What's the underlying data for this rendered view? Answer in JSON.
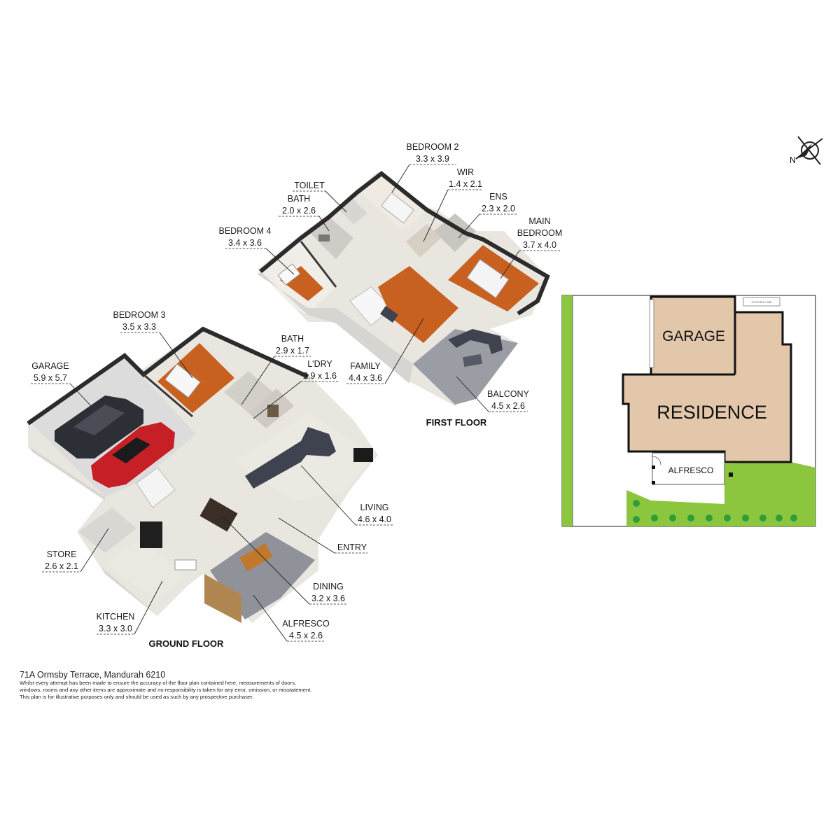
{
  "floors": {
    "first": "FIRST FLOOR",
    "ground": "GROUND FLOOR"
  },
  "rooms": {
    "bedroom2": {
      "name": "BEDROOM 2",
      "size": "3.3 x 3.9"
    },
    "wir": {
      "name": "WIR",
      "size": "1.4 x 2.1"
    },
    "toilet": {
      "name": "TOILET"
    },
    "bath_upper": {
      "name": "BATH",
      "size": "2.0 x 2.6"
    },
    "ens": {
      "name": "ENS",
      "size": "2.3 x 2.0"
    },
    "main_bedroom": {
      "name1": "MAIN",
      "name2": "BEDROOM",
      "size": "3.7 x 4.0"
    },
    "bedroom4": {
      "name": "BEDROOM 4",
      "size": "3.4 x 3.6"
    },
    "family": {
      "name": "FAMILY",
      "size": "4.4 x 3.6"
    },
    "balcony": {
      "name": "BALCONY",
      "size": "4.5 x 2.6"
    },
    "bedroom3": {
      "name": "BEDROOM 3",
      "size": "3.5 x 3.3"
    },
    "bath_lower": {
      "name": "BATH",
      "size": "2.9 x 1.7"
    },
    "laundry": {
      "name": "L'DRY",
      "size": "2.9 x 1.6"
    },
    "garage": {
      "name": "GARAGE",
      "size": "5.9 x 5.7"
    },
    "living": {
      "name": "LIVING",
      "size": "4.6 x 4.0"
    },
    "entry": {
      "name": "ENTRY"
    },
    "store": {
      "name": "STORE",
      "size": "2.6 x 2.1"
    },
    "dining": {
      "name": "DINING",
      "size": "3.2 x 3.6"
    },
    "kitchen": {
      "name": "KITCHEN",
      "size": "3.3 x 3.0"
    },
    "alfresco": {
      "name": "ALFRESCO",
      "size": "4.5 x 2.6"
    }
  },
  "site_plan": {
    "garage": "GARAGE",
    "residence": "RESIDENCE",
    "alfresco": "ALFRESCO",
    "clothesline": "CLOTHES LINE",
    "colors": {
      "building": "#e2c7aa",
      "lawn": "#8cc63f",
      "shrub": "#2e9e3a",
      "outline": "#111111"
    }
  },
  "compass": {
    "label": "N",
    "icon": "north-arrow-icon"
  },
  "footer": {
    "address": "71A Ormsby Terrace, Mandurah 6210",
    "disclaimer_1": "Whilst every attempt has been made to ensure the accuracy of the floor plan contained here, measurements of doors,",
    "disclaimer_2": "windows, rooms and any other items are approximate and no responsibility is taken for any error, omission, or misstatement.",
    "disclaimer_3": "This plan is for illustrative purposes only and should be used as such by any prospective purchaser."
  },
  "colors": {
    "wood_floor": "#c8601f",
    "tile_floor": "#e9e6e0",
    "car_red": "#c62026",
    "car_dark": "#2d2f36",
    "sofa": "#3f4350",
    "wall": "#2b2b2b"
  }
}
